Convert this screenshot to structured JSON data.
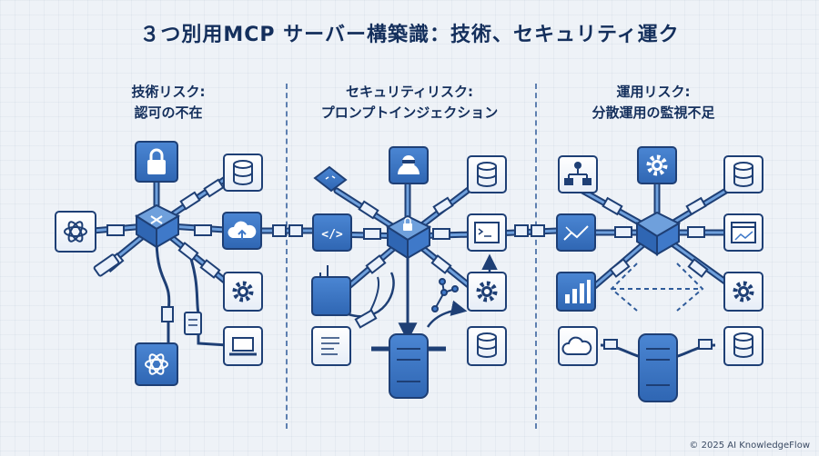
{
  "title": "３つ別用MCP サーバー構築識：技術、セキュリティ運ク",
  "panels": [
    {
      "line1": "技術リスク:",
      "line2": "認可の不在"
    },
    {
      "line1": "セキュリティリスク:",
      "line2": "プロンプトインジェクション"
    },
    {
      "line1": "運用リスク:",
      "line2": "分散運用の監視不足"
    }
  ],
  "icons": {
    "technical": [
      "lock-icon",
      "database-icon",
      "ai-logo-icon",
      "cloud-upload-icon",
      "gear-icon",
      "laptop-icon",
      "server-icon"
    ],
    "security": [
      "code-window-icon",
      "hacker-icon",
      "database-icon",
      "terminal-icon",
      "gear-icon",
      "document-icon",
      "network-icon"
    ],
    "operational": [
      "org-chart-icon",
      "gear-icon",
      "database-icon",
      "analytics-icon",
      "monitor-window-icon",
      "bar-chart-icon",
      "cloud-icon"
    ]
  },
  "colors": {
    "accent": "#3f79c9",
    "dark": "#1e3f75",
    "node_fill": "#3f79c9",
    "light_fill": "#f4f7fb"
  },
  "footer": "© 2025 AI KnowledgeFlow"
}
